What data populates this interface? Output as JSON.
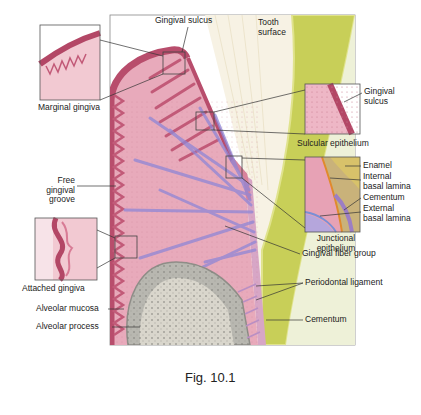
{
  "diagram": {
    "caption": "Fig. 10.1",
    "labels": [
      "Gingival sulcus",
      "Tooth surface",
      "Marginal gingiva",
      "Free gingival groove",
      "Attached gingiva",
      "Alveolar mucosa",
      "Alveolar process",
      "Gingival sulcus",
      "Sulcular epithelium",
      "Enamel",
      "Internal basal lamina",
      "Cementum",
      "External basal lamina",
      "Junctional epithelium",
      "Gingival fiber group",
      "Periodontal ligament",
      "Cementum"
    ]
  }
}
